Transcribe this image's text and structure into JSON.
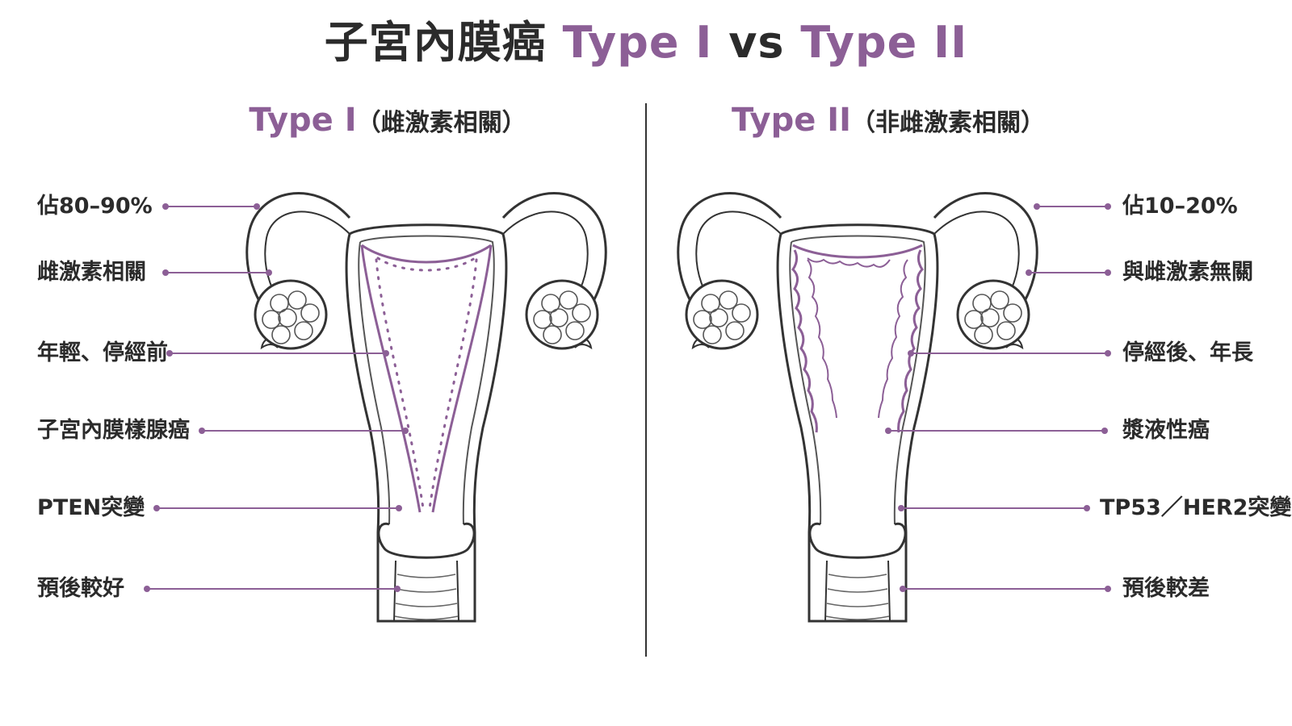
{
  "title": {
    "part1": "子宮內膜癌",
    "type1": "Type I",
    "vs": "vs",
    "type2": "Type II"
  },
  "left_panel": {
    "heading_type": "Type I",
    "heading_sub": "（雌激素相關）",
    "labels": [
      "佔80–90%",
      "雌激素相關",
      "年輕、停經前",
      "子宮內膜樣腺癌",
      "PTEN突變",
      "預後較好"
    ]
  },
  "right_panel": {
    "heading_type": "Type II",
    "heading_sub": "（非雌激素相關）",
    "labels": [
      "佔10–20%",
      "與雌激素無關",
      "停經後、年長",
      "漿液性癌",
      "TP53／HER2突變",
      "預後較差"
    ]
  },
  "colors": {
    "accent": "#8c5f96",
    "text": "#2b2b2b",
    "outline": "#333333"
  }
}
